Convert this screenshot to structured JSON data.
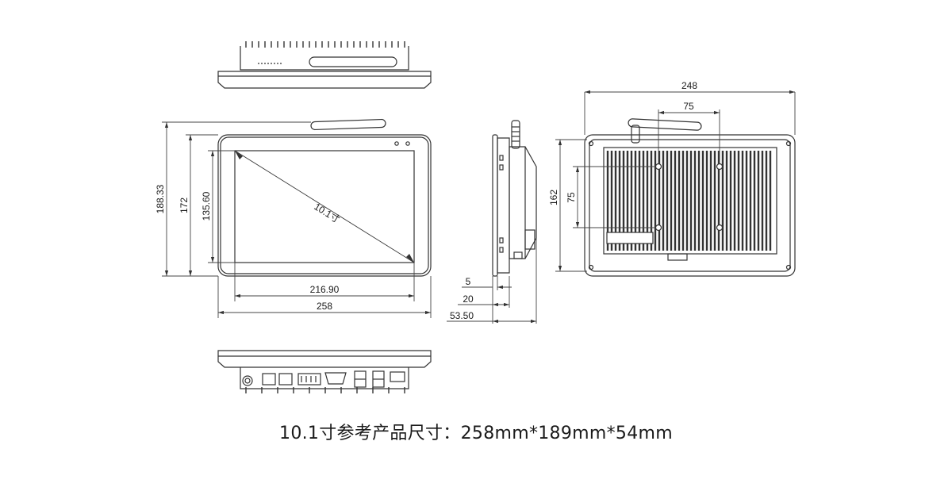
{
  "dimensions": {
    "front_overall_height": "188.33",
    "front_bezel_height": "172",
    "front_screen_height": "135.60",
    "front_screen_width": "216.90",
    "front_overall_width": "258",
    "screen_size": "10.1寸",
    "side_front_thickness": "5",
    "side_panel_depth": "20",
    "side_total_depth": "53.50",
    "rear_overall_width": "248",
    "rear_mount_horizontal": "75",
    "rear_mount_vertical": "75",
    "rear_height": "162"
  },
  "caption": "10.1寸参考产品尺寸：258mm*189mm*54mm",
  "colors": {
    "line": "#333333",
    "bezel": "#f2f2f2",
    "dim": "#444444"
  }
}
